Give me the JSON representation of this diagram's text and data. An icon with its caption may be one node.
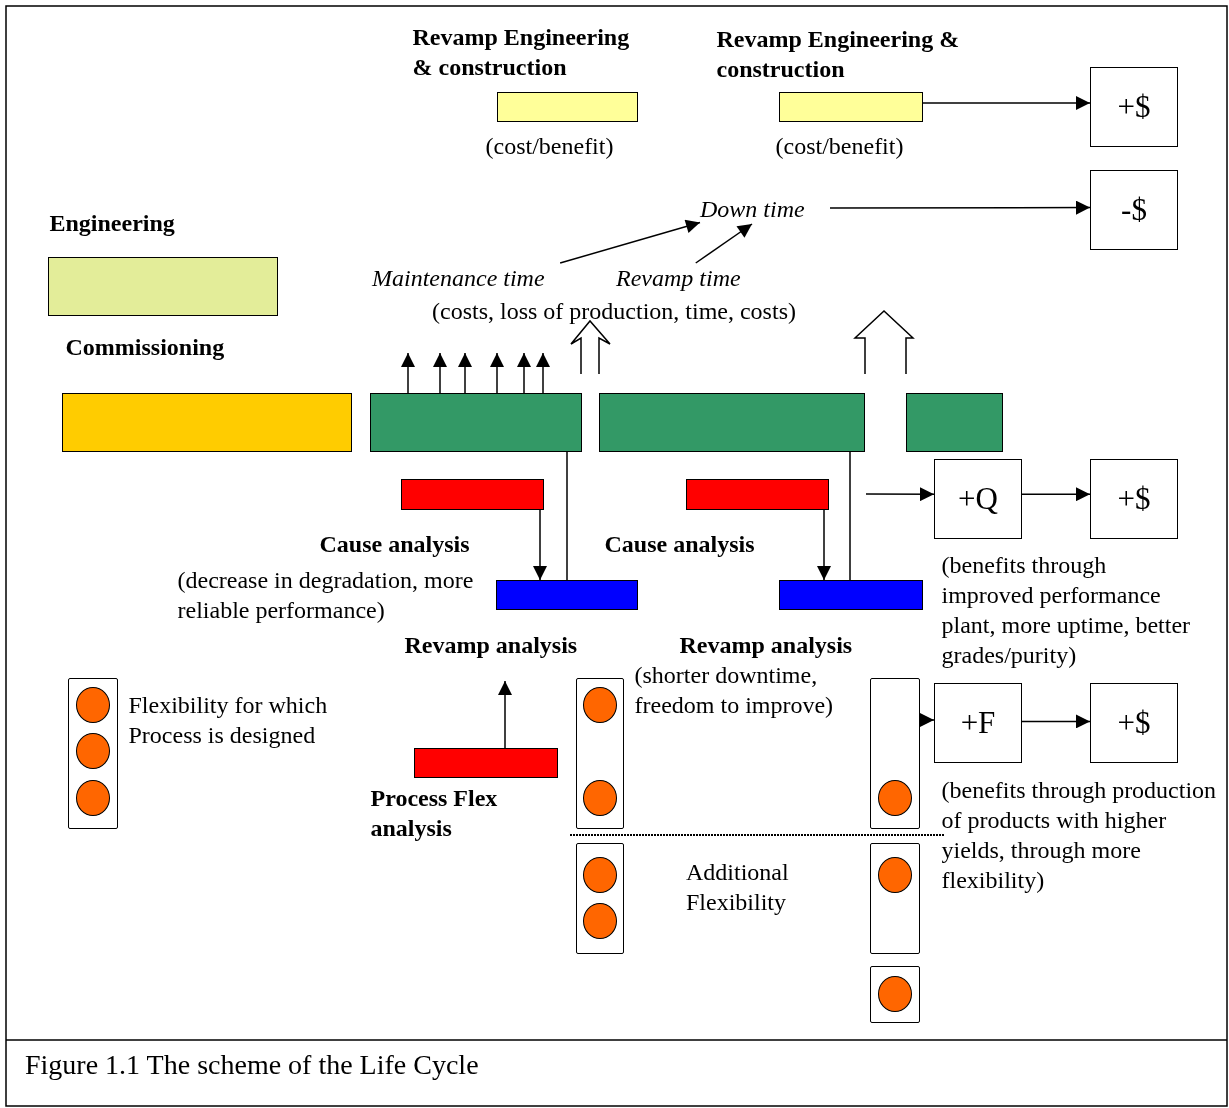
{
  "diagram": {
    "caption": "Figure 1.1 The scheme of the Life Cycle",
    "nodes": [
      {
        "text": [],
        "shape": "bar",
        "beside": [
          "Revamp Engineering & construction",
          "(cost/benefit)"
        ]
      },
      {
        "text": [],
        "shape": "bar",
        "beside": [
          "Revamp Engineering & construction",
          "(cost/benefit)"
        ]
      },
      {
        "text": [
          "+$"
        ]
      },
      {
        "text": [
          "Down time"
        ]
      },
      {
        "text": [
          "-$"
        ]
      },
      {
        "text": [],
        "shape": "bar",
        "beside": [
          "Engineering"
        ]
      },
      {
        "text": [],
        "shape": "bar",
        "beside": [
          "Commissioning"
        ]
      },
      {
        "text": [],
        "shape": "bar"
      },
      {
        "text": [],
        "shape": "bar"
      },
      {
        "text": [],
        "shape": "bar"
      },
      {
        "text": [
          "Maintenance time"
        ]
      },
      {
        "text": [
          "Revamp time"
        ]
      },
      {
        "text": [],
        "shape": "bar",
        "beside": [
          "Cause analysis",
          "(decrease in degradation, more reliable performance)"
        ]
      },
      {
        "text": [],
        "shape": "bar",
        "beside": [
          "Revamp analysis"
        ]
      },
      {
        "text": [],
        "shape": "bar",
        "beside": [
          "Cause analysis"
        ]
      },
      {
        "text": [],
        "shape": "bar",
        "beside": [
          "Revamp analysis",
          "(shorter downtime, freedom to improve)"
        ]
      },
      {
        "text": [
          "+Q"
        ],
        "beside": [
          "(benefits through improved performance plant, more uptime, better grades/purity)"
        ]
      },
      {
        "text": [
          "+$"
        ]
      },
      {
        "text": [],
        "shape": "bar",
        "beside": [
          "Process Flex analysis"
        ]
      },
      {
        "text": [],
        "shape": "box",
        "beside": [
          "Flexibility for which Process is designed"
        ]
      },
      {
        "text": [],
        "shape": "box"
      },
      {
        "text": [],
        "shape": "box"
      },
      {
        "text": [],
        "shape": "box"
      },
      {
        "text": [],
        "shape": "box"
      },
      {
        "text": [],
        "shape": "box"
      },
      {
        "text": [
          "+F"
        ],
        "beside": [
          "(benefits through production of products with higher yields, through more flexibility)"
        ]
      },
      {
        "text": [
          "+$"
        ]
      }
    ],
    "edges": [
      {
        "from": 1,
        "to": 2,
        "arrow": "to"
      },
      {
        "from": 3,
        "to": 4,
        "arrow": "to"
      },
      {
        "from": 10,
        "to": 3,
        "arrow": "to"
      },
      {
        "from": 11,
        "to": 3,
        "arrow": "to"
      },
      {
        "from": 7,
        "to": null,
        "arrow": "to"
      },
      {
        "from": 7,
        "to": null,
        "arrow": "to"
      },
      {
        "from": 7,
        "to": null,
        "arrow": "to"
      },
      {
        "from": 7,
        "to": null,
        "arrow": "to"
      },
      {
        "from": 7,
        "to": null,
        "arrow": "to"
      },
      {
        "from": 7,
        "to": null,
        "arrow": "to"
      },
      {
        "from": 12,
        "to": 13,
        "arrow": "to"
      },
      {
        "from": 14,
        "to": 15,
        "arrow": "to"
      },
      {
        "from": 7,
        "to": 13,
        "arrow": "none"
      },
      {
        "from": 8,
        "to": 15,
        "arrow": "none"
      },
      {
        "from": null,
        "to": 16,
        "arrow": "to"
      },
      {
        "from": 16,
        "to": 17,
        "arrow": "to"
      },
      {
        "from": 18,
        "to": 13,
        "arrow": "to"
      },
      {
        "from": 22,
        "to": 25,
        "arrow": "to"
      },
      {
        "from": 25,
        "to": 26,
        "arrow": "to"
      }
    ],
    "labels": [
      "(costs, loss of production, time, costs)",
      "Additional Flexibility"
    ]
  }
}
